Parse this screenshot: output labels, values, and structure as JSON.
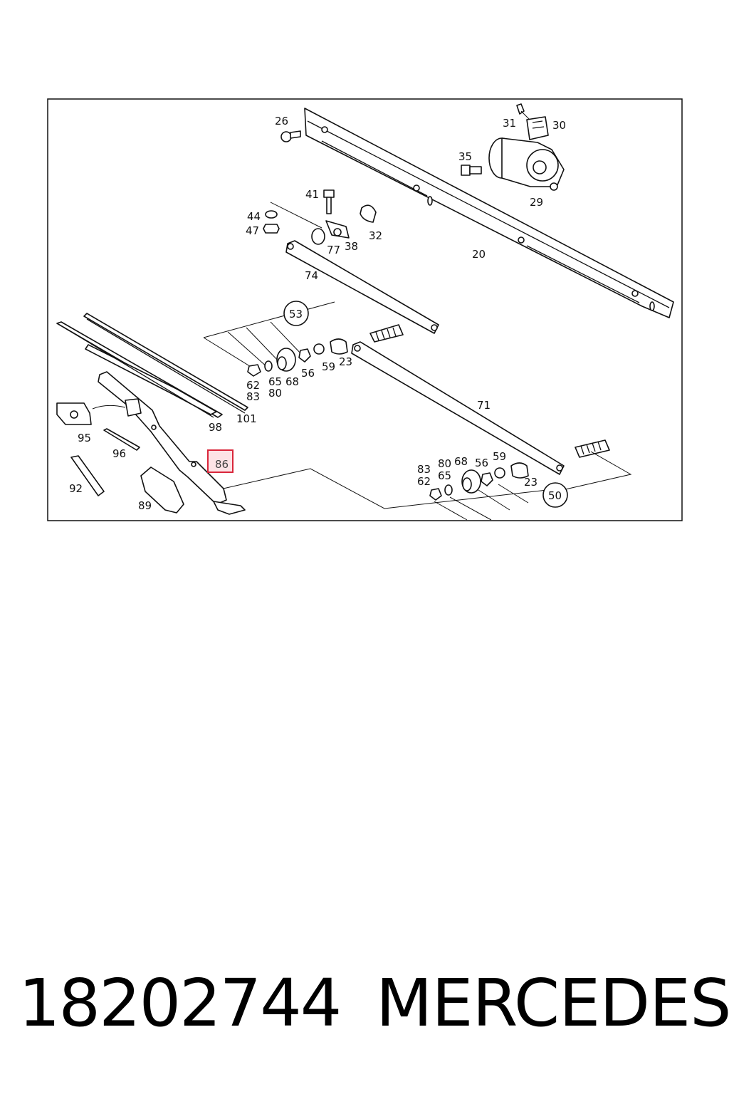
{
  "labels": {
    "p26": "26",
    "p31": "31",
    "p30": "30",
    "p35": "35",
    "p29": "29",
    "p41": "41",
    "p44": "44",
    "p47": "47",
    "p77": "77",
    "p38": "38",
    "p32": "32",
    "p20": "20",
    "p74": "74",
    "p53": "53",
    "p62a": "62",
    "p65a": "65",
    "p68a": "68",
    "p56a": "56",
    "p59a": "59",
    "p23a": "23",
    "p83a": "83",
    "p80a": "80",
    "p101": "101",
    "p98": "98",
    "p71": "71",
    "p95": "95",
    "p96": "96",
    "p92": "92",
    "p89": "89",
    "p86": "86",
    "p83b": "83",
    "p80b": "80",
    "p68b": "68",
    "p56b": "56",
    "p59b": "59",
    "p62b": "62",
    "p65b": "65",
    "p23b": "23",
    "p50": "50"
  },
  "highlight_color": "#d9263b",
  "footer": {
    "part_number": "18202744",
    "brand": "MERCEDES"
  }
}
